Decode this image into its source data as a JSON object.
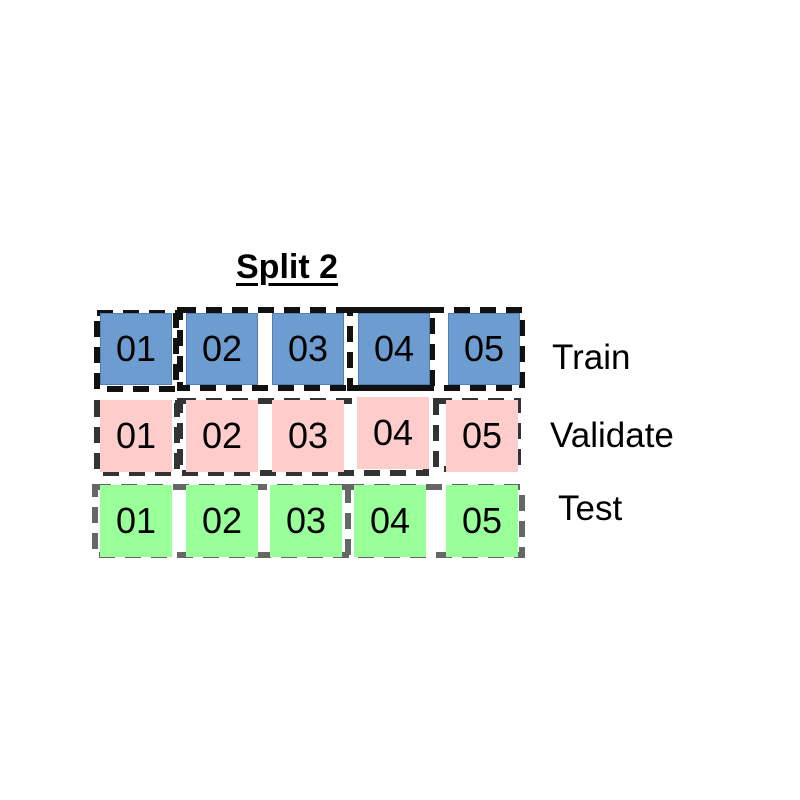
{
  "title": "Split 2",
  "colors": {
    "train_fill": "#6d9dd0",
    "validate_fill": "#ffcccc",
    "test_fill": "#99ff99",
    "train_border": "#111111",
    "validate_border": "#333333",
    "test_border": "#666666"
  },
  "rows": [
    {
      "label": "Train",
      "cells": [
        "01",
        "02",
        "03",
        "04",
        "05"
      ]
    },
    {
      "label": "Validate",
      "cells": [
        "01",
        "02",
        "03",
        "04",
        "05"
      ]
    },
    {
      "label": "Test",
      "cells": [
        "01",
        "02",
        "03",
        "04",
        "05"
      ]
    }
  ]
}
